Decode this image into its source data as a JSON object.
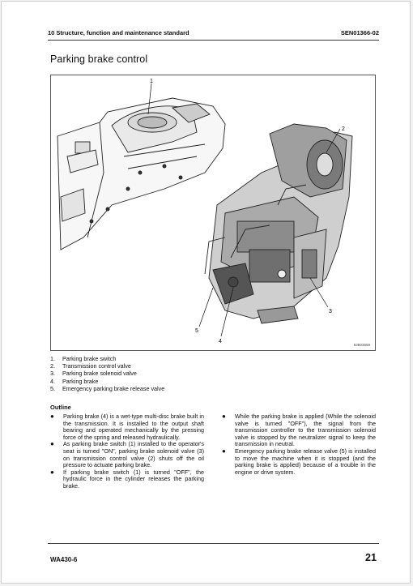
{
  "header": {
    "left": "10 Structure, function and maintenance standard",
    "right": "SEN01366-02"
  },
  "title": "Parking brake control",
  "figure": {
    "code": "9JB03659",
    "callouts": [
      "1",
      "2",
      "3",
      "4",
      "5"
    ]
  },
  "parts": [
    {
      "n": "1.",
      "label": "Parking brake switch"
    },
    {
      "n": "2.",
      "label": "Transmission control valve"
    },
    {
      "n": "3.",
      "label": "Parking brake solenoid valve"
    },
    {
      "n": "4.",
      "label": "Parking brake"
    },
    {
      "n": "5.",
      "label": "Emergency parking brake release valve"
    }
  ],
  "outline": {
    "heading": "Outline",
    "left": [
      "Parking brake (4) is a wet-type multi-disc brake built in the transmission. It is installed to the output shaft bearing and operated mechanically by the pressing force of the spring and released hydraulically.",
      "As parking brake switch (1) installed to the operator's seat is turned \"ON\", parking brake solenoid valve (3) on transmission control valve (2) shuts off the oil pressure to actuate parking brake.",
      "If parking brake switch (1) is turned \"OFF\", the hydraulic force in the cylinder releases the parking brake."
    ],
    "right": [
      "While the parking brake is applied (While the solenoid valve is turned \"OFF\"), the signal from the transmission controller to the transmission solenoid valve is stopped by the neutralizer signal to keep the transmission in neutral.",
      "Emergency parking brake release valve (5) is installed to move the machine when it is stopped (and the parking brake is applied) because of a trouble in the engine or drive system."
    ]
  },
  "footer": {
    "left": "WA430-6",
    "page": "21"
  }
}
